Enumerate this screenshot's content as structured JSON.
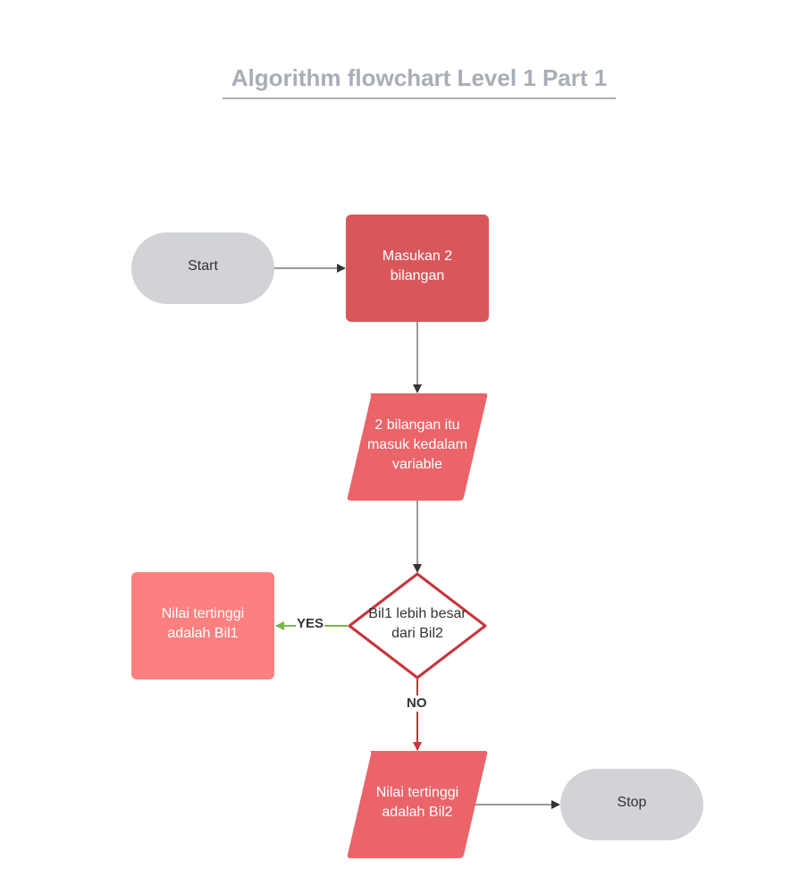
{
  "title": "Algorithm flowchart Level 1 Part 1",
  "colors": {
    "terminal": "#d1d3d6",
    "process_dark": "#d9575b",
    "data": "#ea6469",
    "decision_stroke": "#c9333c",
    "result_process": "#fc8080",
    "edge_default": "#333333",
    "edge_yes": "#7ab648",
    "edge_no": "#c9333c"
  },
  "nodes": {
    "start": {
      "label": "Start"
    },
    "input": {
      "label": "Masukan 2\nbilangan"
    },
    "store": {
      "label": "2 bilangan itu\nmasuk kedalam\nvariable"
    },
    "decision": {
      "label": "Bil1 lebih besar\ndari Bil2"
    },
    "result_yes": {
      "label": "Nilai tertinggi\nadalah Bil1"
    },
    "result_no": {
      "label": "Nilai tertinggi\nadalah Bil2"
    },
    "stop": {
      "label": "Stop"
    }
  },
  "edges": {
    "yes_label": "YES",
    "no_label": "NO"
  }
}
